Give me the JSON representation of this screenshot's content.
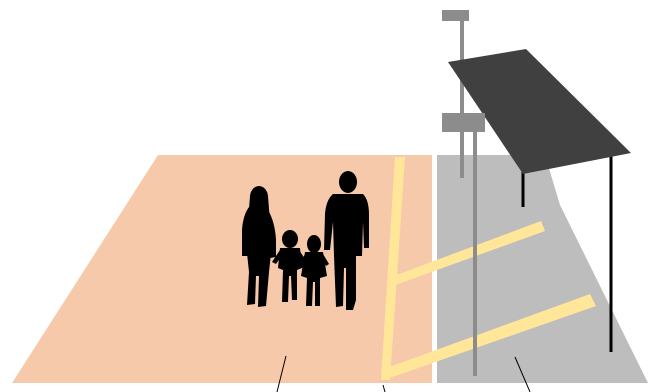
{
  "scene": {
    "colors": {
      "pedestrian_zone": "#f7c9ab",
      "vehicle_zone": "#bdbdbd",
      "lane_marking": "#ffe699",
      "divider": "#ffffff",
      "canopy": "#404040",
      "pole": "#8c8c8c",
      "silhouette": "#000000",
      "leader_line": "#000000"
    },
    "elements": [
      {
        "id": "pedestrian-zone",
        "label": ""
      },
      {
        "id": "vehicle-zone",
        "label": ""
      },
      {
        "id": "crosswalk-marking",
        "label": ""
      },
      {
        "id": "family-silhouette",
        "label": "",
        "people": 4
      },
      {
        "id": "bus-shelter-canopy",
        "label": ""
      },
      {
        "id": "light-pole-back",
        "label": ""
      },
      {
        "id": "light-pole-front",
        "label": ""
      }
    ],
    "callouts": 3
  }
}
